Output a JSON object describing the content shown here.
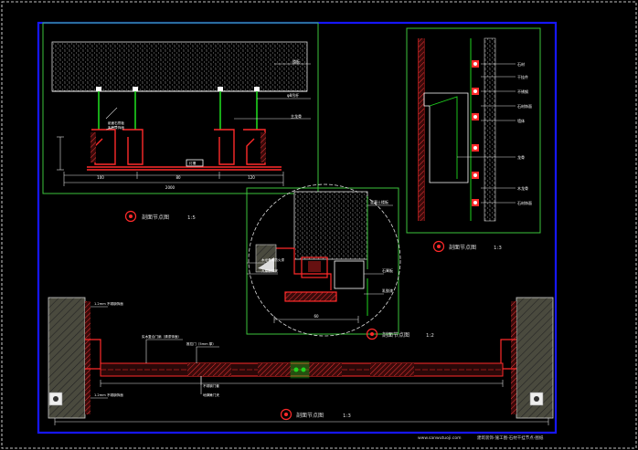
{
  "detail_a": {
    "caption": "剖面节点图",
    "scale": "1:5",
    "labels": {
      "slab": "楼板",
      "hanger": "φ8吊杆",
      "main_keel": "主龙骨",
      "board": "纸面石膏板",
      "lamp": "灯槽",
      "finish": "乳胶漆饰面",
      "dim_total": "2000",
      "dim_a": "100",
      "dim_b": "80",
      "dim_c": "120"
    }
  },
  "detail_b": {
    "caption": "剖面节点图",
    "scale": "1:3",
    "labels": {
      "top": "石材",
      "l2": "干挂件",
      "l3": "不锈钢",
      "l4": "石材饰面",
      "l5": "墙体",
      "l6": "龙骨",
      "l7": "木龙骨",
      "l8": "石材饰面"
    }
  },
  "detail_c": {
    "caption": "剖面节点图",
    "scale": "1:2",
    "labels": {
      "top": "混凝土楼板",
      "l1": "木龙骨刷防火漆",
      "l2": "九厘板打底",
      "r1": "石膏板",
      "r2": "乳胶漆",
      "dim": "60"
    }
  },
  "detail_d": {
    "caption": "剖面节点图",
    "scale": "1:3",
    "labels": {
      "top_left": "1.2mm  不锈钢饰面",
      "bottom_left": "1.2mm  不锈钢饰面",
      "mid1": "实木复合门扇（清漆饰面）",
      "mid2": "推拉门（5mm 厚）",
      "mid3": "不锈钢门套",
      "mid4": "地弹簧门夹"
    }
  },
  "footer": {
    "url": "www.sanwutuoji.com",
    "title": "建筑装饰-施工图-石材干挂节点-图纸"
  },
  "colors": {
    "background": "#000000",
    "frame": "#1616ff",
    "border_white": "#ffffff",
    "viewport": "#3cc43c",
    "section_red": "#ff2a2a",
    "keel_green": "#1fd41f",
    "hatch_grey": "#cfcfcf",
    "wall_fill": "#5a5a4a",
    "dim_text": "#ffffff",
    "leader": "#e0e0e0",
    "label_blue": "#8aa8ff",
    "bubble": "#ff2a2a",
    "footer_text": "#d8d8d8"
  }
}
